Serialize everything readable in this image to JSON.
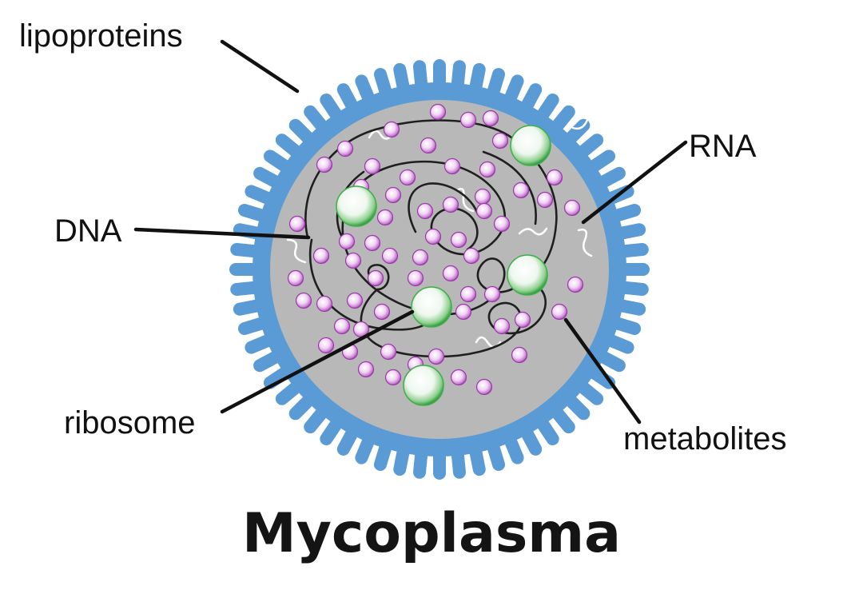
{
  "title": "Mycoplasma",
  "labels": {
    "lipoproteins": "lipoproteins",
    "rna": "RNA",
    "dna": "DNA",
    "ribosome": "ribosome",
    "metabolites": "metabolites"
  },
  "colors": {
    "membrane": "#5b9bd5",
    "cytoplasm": "#b8b8b8",
    "ribosome_fill": "#f4f4f4",
    "ribosome_rim": "#3fae4a",
    "metabolite_fill": "#f2d6f5",
    "metabolite_rim": "#9a3aa8",
    "dna": "#1f1f1f",
    "rna": "#ffffff"
  }
}
